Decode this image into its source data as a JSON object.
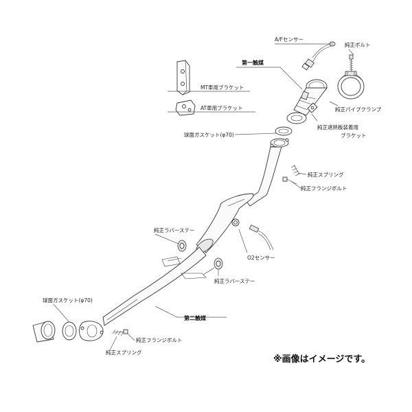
{
  "labels": {
    "af_sensor": "A/Fセンサー",
    "oem_bolt": "純正ボルト",
    "first_catalyst": "第一触媒",
    "mt_bracket": "MT車用ブラケット",
    "at_bracket": "AT車用ブラケット",
    "oem_pipe_clamp": "純正パイプクランプ",
    "oem_heat_shield_bracket_line1": "純正遮熱板装着用",
    "oem_heat_shield_bracket_line2": "ブラケット",
    "spherical_gasket_top": "球面ガスケット(φ70)",
    "oem_spring_top": "純正スプリング",
    "oem_flange_bolt_top": "純正フランジボルト",
    "oem_rubber_stay_left": "純正ラバーステー",
    "o2_sensor": "O2センサー",
    "oem_rubber_stay_right": "純正ラバーステー",
    "spherical_gasket_bottom": "球面ガスケット(φ70)",
    "second_catalyst": "第二触媒",
    "oem_flange_bolt_bottom": "純正フランジボルト",
    "oem_spring_bottom": "純正スプリング"
  },
  "disclaimer": "※画像はイメージです。"
}
